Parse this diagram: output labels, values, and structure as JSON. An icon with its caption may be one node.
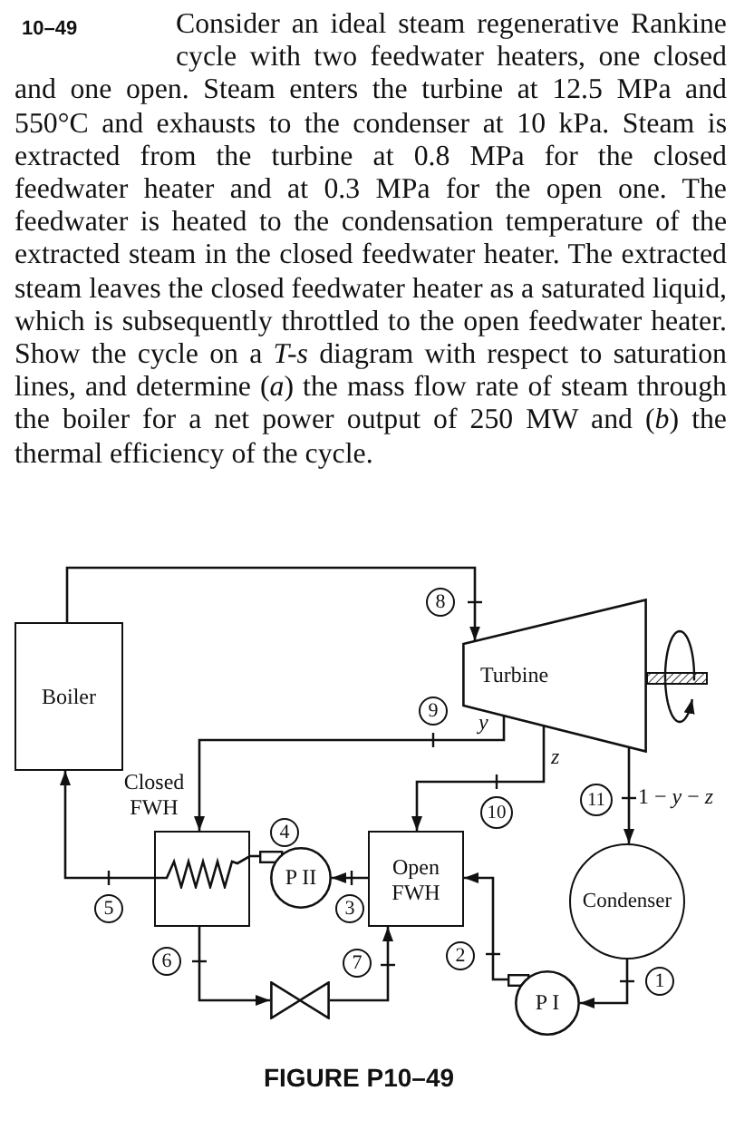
{
  "diagram": {
    "caption": "FIGURE P10–49",
    "nodes": [
      {
        "text": [
          "Boiler"
        ]
      },
      {
        "text": [
          "Turbine"
        ]
      },
      {
        "text": [
          "Closed FWH"
        ]
      },
      {
        "text": [
          "P II"
        ]
      },
      {
        "text": [
          "Open FWH"
        ]
      },
      {
        "text": [
          "Condenser"
        ]
      },
      {
        "text": [
          "P I"
        ]
      },
      {
        "text": [],
        "shape": "valve"
      }
    ],
    "edges": [
      {
        "from": 5,
        "to": 6,
        "arrow": "to",
        "label": "1"
      },
      {
        "from": 6,
        "to": 4,
        "arrow": "to",
        "label": "2"
      },
      {
        "from": 4,
        "to": 3,
        "arrow": "to",
        "label": "3"
      },
      {
        "from": 3,
        "to": 2,
        "arrow": "none",
        "label": "4"
      },
      {
        "from": 2,
        "to": 0,
        "arrow": "to",
        "label": "5"
      },
      {
        "from": 2,
        "to": 7,
        "arrow": "to",
        "label": "6"
      },
      {
        "from": 7,
        "to": 4,
        "arrow": "to",
        "label": "7"
      },
      {
        "from": 0,
        "to": 1,
        "arrow": "to",
        "label": "8"
      },
      {
        "from": 1,
        "to": 2,
        "arrow": "to",
        "label": "9"
      },
      {
        "from": 1,
        "to": 4,
        "arrow": "to",
        "label": "10"
      },
      {
        "from": 1,
        "to": 5,
        "arrow": "to",
        "label": "11"
      }
    ],
    "labels": [
      "**10–49** Consider an ideal steam regenerative Rankine cycle with two feedwater heaters, one closed and one open. Steam enters the turbine at 12.5 MPa and 550°C and exhausts to the condenser at 10 kPa. Steam is extracted from the turbine at 0.8 MPa for the closed feedwater heater and at 0.3 MPa for the open one. The feedwater is heated to the condensation temperature of the extracted steam in the closed feedwater heater. The extracted steam leaves the closed feedwater heater as a saturated liquid, which is subsequently throttled to the open feedwater heater. Show the cycle on a *T-s* diagram with respect to saturation lines, and determine (*a*) the mass flow rate of steam through the boiler for a net power output of 250 MW and (*b*) the thermal efficiency of the cycle.",
      "y",
      "z",
      "1 − *y* − *z*"
    ]
  }
}
